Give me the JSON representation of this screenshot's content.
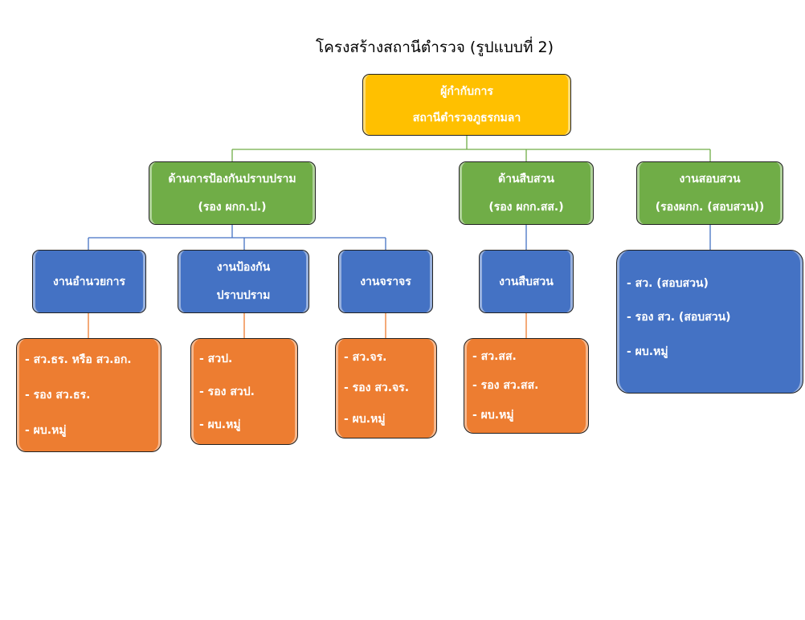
{
  "title": "โครงสร้างสถานีตำรวจ (รูปแบบที่ 2)",
  "colors": {
    "top": "#FFC000",
    "division": "#70AD47",
    "unit": "#4472C4",
    "staff": "#ED7D31"
  },
  "top": {
    "line1": "ผู้กำกับการ",
    "line2": "สถานีตำรวจภูธรกมลา"
  },
  "divisions": [
    {
      "line1": "ด้านการป้องกันปราบปราม",
      "line2": "(รอง ผกก.ป.)"
    },
    {
      "line1": "ด้านสืบสวน",
      "line2": "(รอง ผกก.สส.)"
    },
    {
      "line1": "งานสอบสวน",
      "line2": "(รองผกก. (สอบสวน))"
    }
  ],
  "units": [
    {
      "line1": "งานอำนวยการ"
    },
    {
      "line1": "งานป้องกัน",
      "line2": "ปราบปราม"
    },
    {
      "line1": "งานจราจร"
    },
    {
      "line1": "งานสืบสวน"
    }
  ],
  "staff": [
    [
      "- สว.ธร. หรือ สว.อก.",
      "-  รอง สว.ธร.",
      "- ผบ.หมู่"
    ],
    [
      "- สวป.",
      "- รอง สวป.",
      "- ผบ.หมู่"
    ],
    [
      "- สว.จร.",
      "- รอง สว.จร.",
      "- ผบ.หมู่"
    ],
    [
      "- สว.สส.",
      "- รอง สว.สส.",
      "- ผบ.หมู่"
    ]
  ],
  "investigation_staff": [
    "- สว. (สอบสวน)",
    "- รอง สว. (สอบสวน)",
    "- ผบ.หมู่"
  ]
}
